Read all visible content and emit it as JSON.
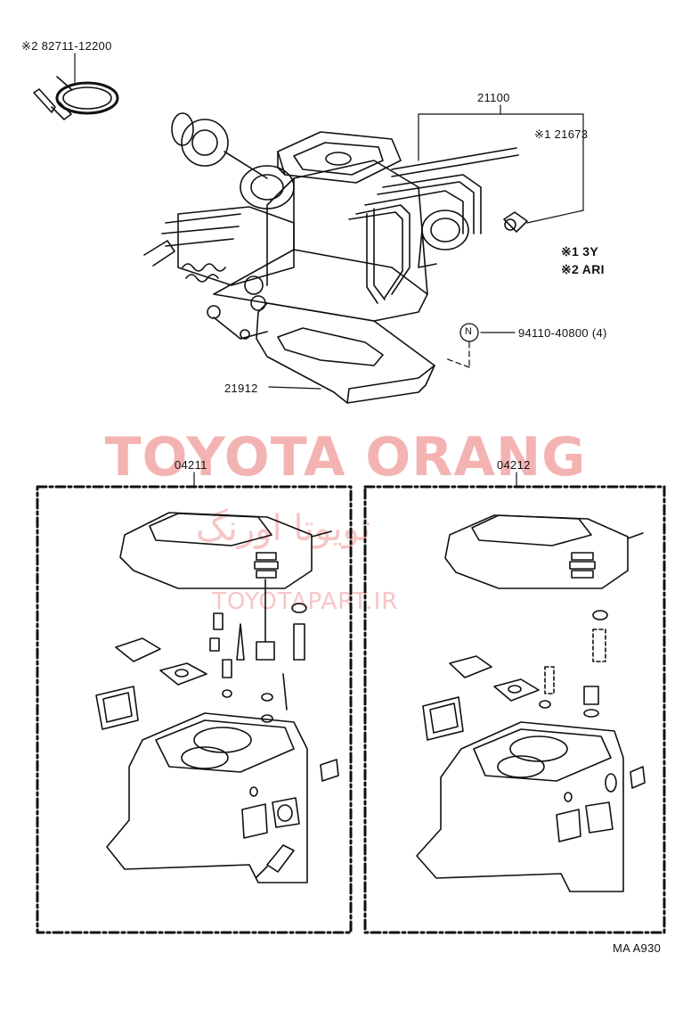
{
  "labels": {
    "clamp": "※2 82711-12200",
    "carb_assy": "21100",
    "part_21673": "※1  21673",
    "note1": "※1 3Y",
    "note2": "※2 ARI",
    "bolt_marker": "N",
    "bolt": "94110-40800 (4)",
    "gasket": "21912",
    "kit_left": "04211",
    "kit_right": "04212",
    "figure_code": "MA A930"
  },
  "watermark": {
    "brand": "TOYOTA ORANG",
    "persian": "تویوتا اورنگ",
    "url": "TOYOTAPART.IR"
  }
}
